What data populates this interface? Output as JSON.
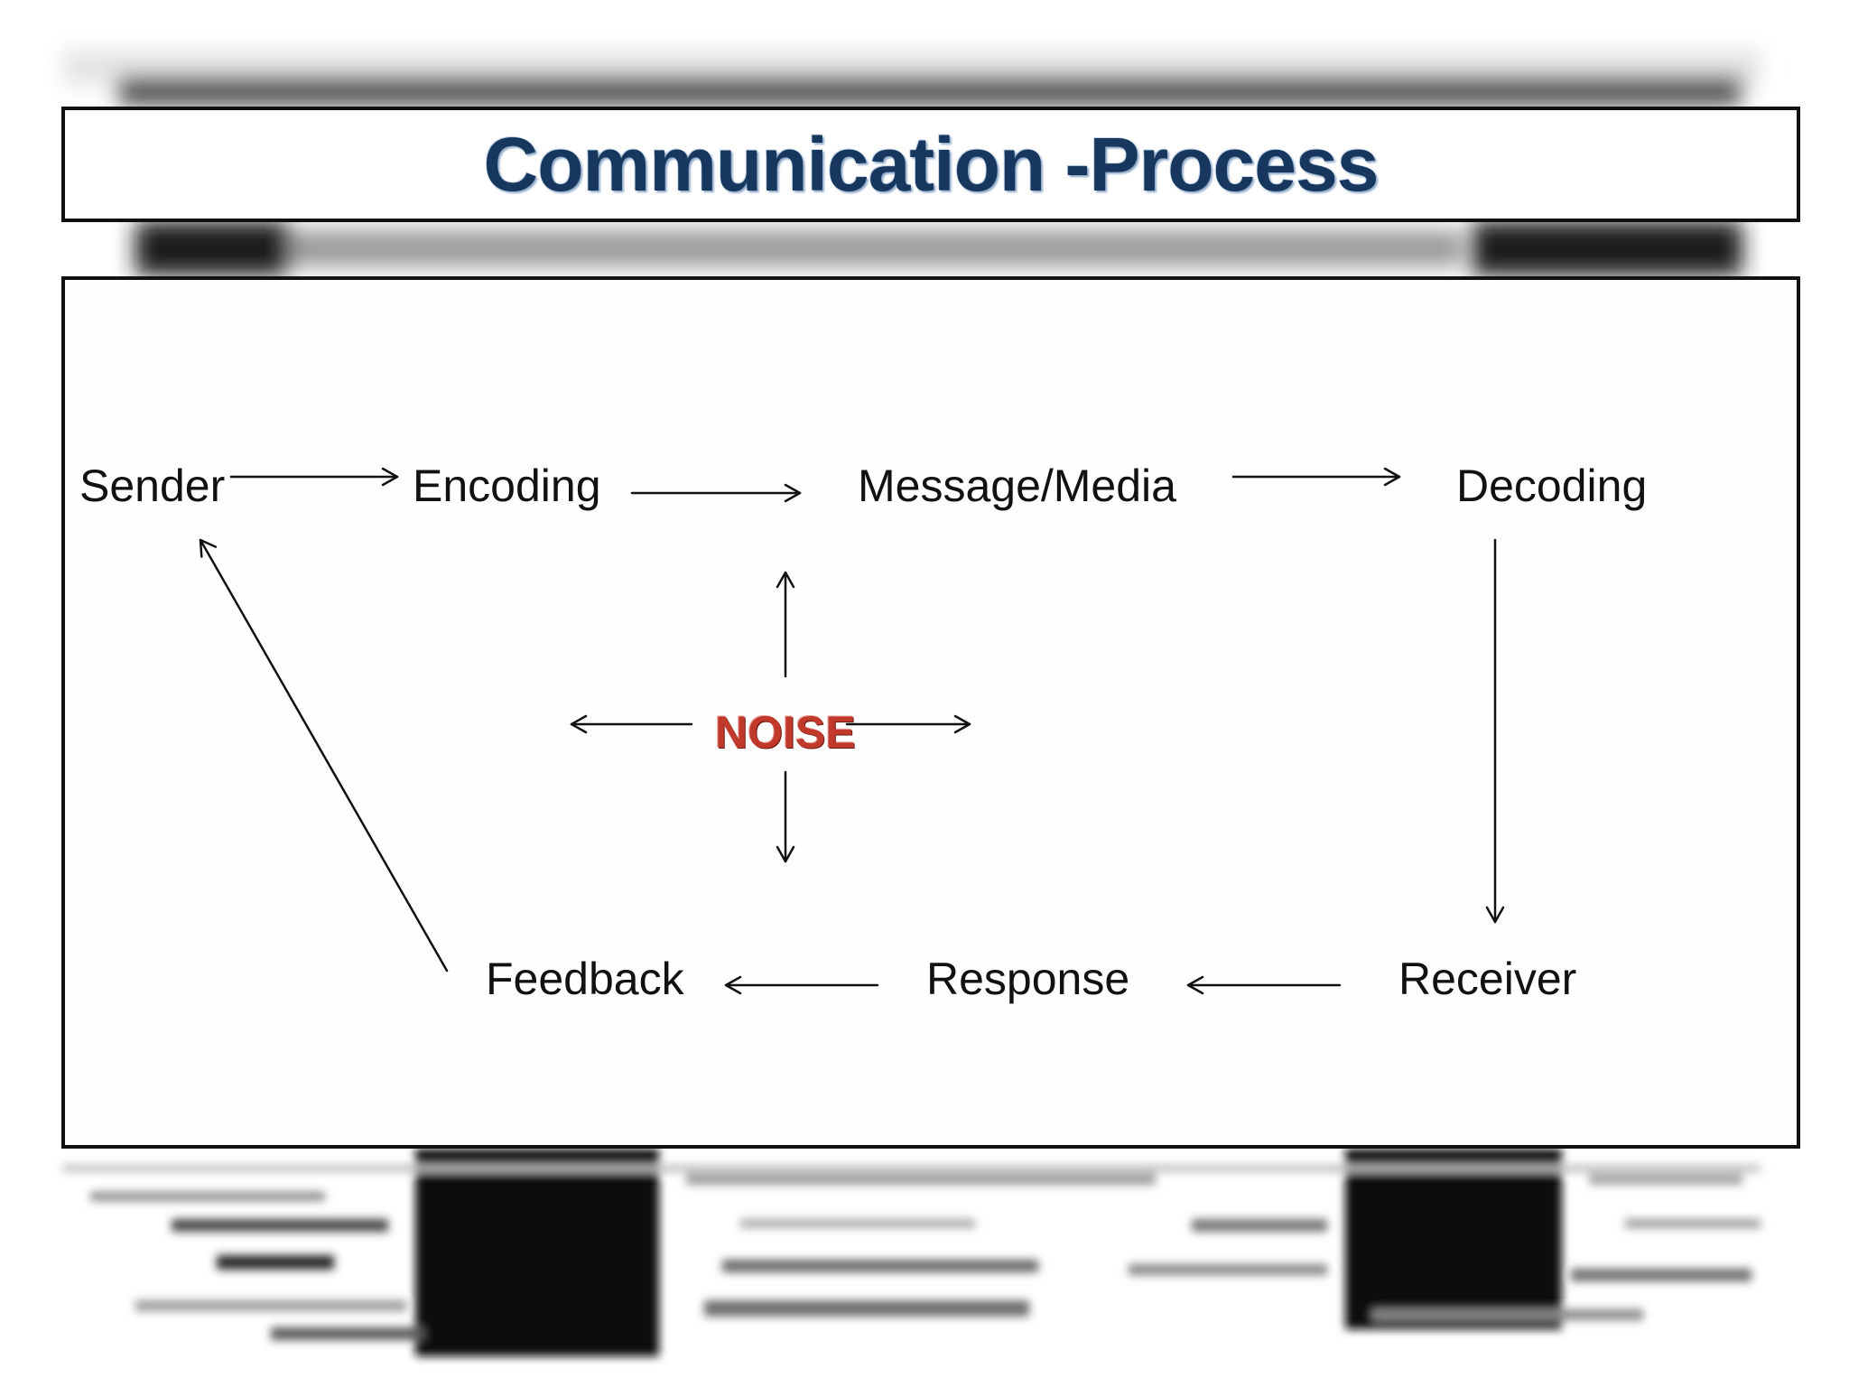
{
  "title": "Communication -Process",
  "colors": {
    "title": "#17375e",
    "noise": "#c0392b",
    "text": "#111111",
    "border": "#111111"
  },
  "nodes": {
    "sender": "Sender",
    "encoding": "Encoding",
    "message_media": "Message/Media",
    "decoding": "Decoding",
    "receiver": "Receiver",
    "response": "Response",
    "feedback": "Feedback",
    "noise": "NOISE"
  }
}
